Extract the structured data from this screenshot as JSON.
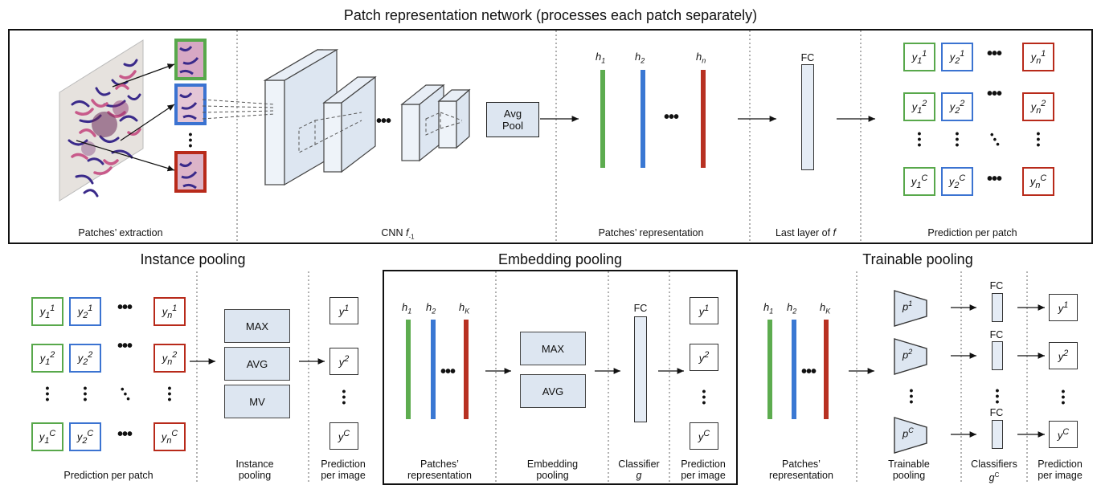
{
  "top": {
    "title": "Patch representation network (processes each patch separately)",
    "labels": {
      "extraction": "Patches’ extraction",
      "cnn": "CNN",
      "cnn_fn": "f",
      "cnn_sub": "-1",
      "representation": "Patches’ representation",
      "last_layer": "Last layer of",
      "last_layer_fn": "f",
      "prediction": "Prediction per patch"
    },
    "avg_pool": [
      "Avg",
      "Pool"
    ],
    "fc": "FC",
    "h_labels": [
      "h",
      "h",
      "h"
    ],
    "h_subs": [
      "1",
      "2",
      "n"
    ]
  },
  "instance": {
    "title": "Instance pooling",
    "ops": [
      "MAX",
      "AVG",
      "MV"
    ],
    "labels": {
      "pred_patch": "Prediction per patch",
      "pool": [
        "Instance",
        "pooling"
      ],
      "pred_image": [
        "Prediction",
        "per image"
      ]
    }
  },
  "embedding": {
    "title": "Embedding pooling",
    "ops": [
      "MAX",
      "AVG"
    ],
    "fc": "FC",
    "h_subs": [
      "1",
      "2",
      "K"
    ],
    "labels": {
      "rep": [
        "Patches’",
        "representation"
      ],
      "pool": [
        "Embedding",
        "pooling"
      ],
      "classifier": [
        "Classifier",
        "g"
      ],
      "pred_image": [
        "Prediction",
        "per image"
      ]
    }
  },
  "trainable": {
    "title": "Trainable pooling",
    "fc": "FC",
    "h_subs": [
      "1",
      "2",
      "K"
    ],
    "p_labels": [
      "1",
      "2",
      "C"
    ],
    "labels": {
      "rep": [
        "Patches’",
        "representation"
      ],
      "pool": [
        "Trainable",
        "pooling"
      ],
      "classifiers": [
        "Classifiers",
        "g",
        "C"
      ],
      "pred_image": [
        "Prediction",
        "per image"
      ]
    }
  },
  "y_grid": {
    "rows": [
      "1",
      "2",
      "C"
    ],
    "cols": [
      "1",
      "2",
      "n"
    ]
  },
  "y_image": [
    "1",
    "2",
    "C"
  ],
  "colors": {
    "green": "#5dac4f",
    "blue": "#3a78d3",
    "red": "#b83122",
    "panel_bg": "#f0f0f0",
    "layer_fill": "#dde6f1"
  }
}
